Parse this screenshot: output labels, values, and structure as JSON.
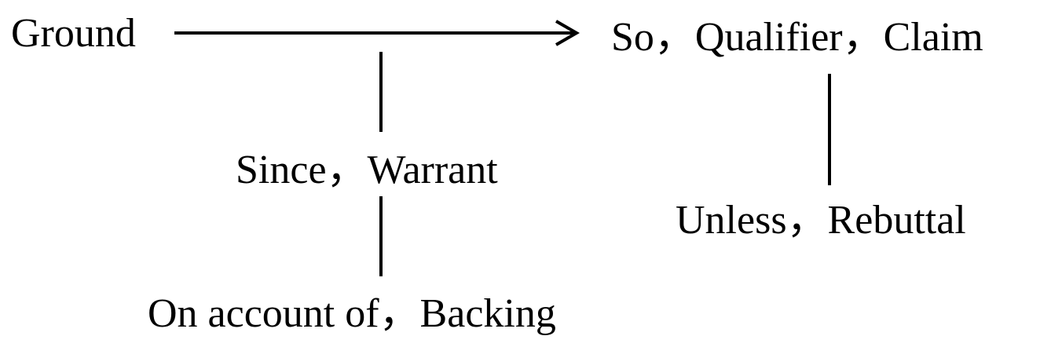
{
  "diagram": {
    "nodes": {
      "ground": "Ground",
      "claim": "So，Qualifier，Claim",
      "warrant": "Since，Warrant",
      "rebuttal": "Unless，Rebuttal",
      "backing": "On account of，Backing"
    }
  },
  "colors": {
    "text": "#000000",
    "line": "#000000",
    "background": "#ffffff"
  }
}
